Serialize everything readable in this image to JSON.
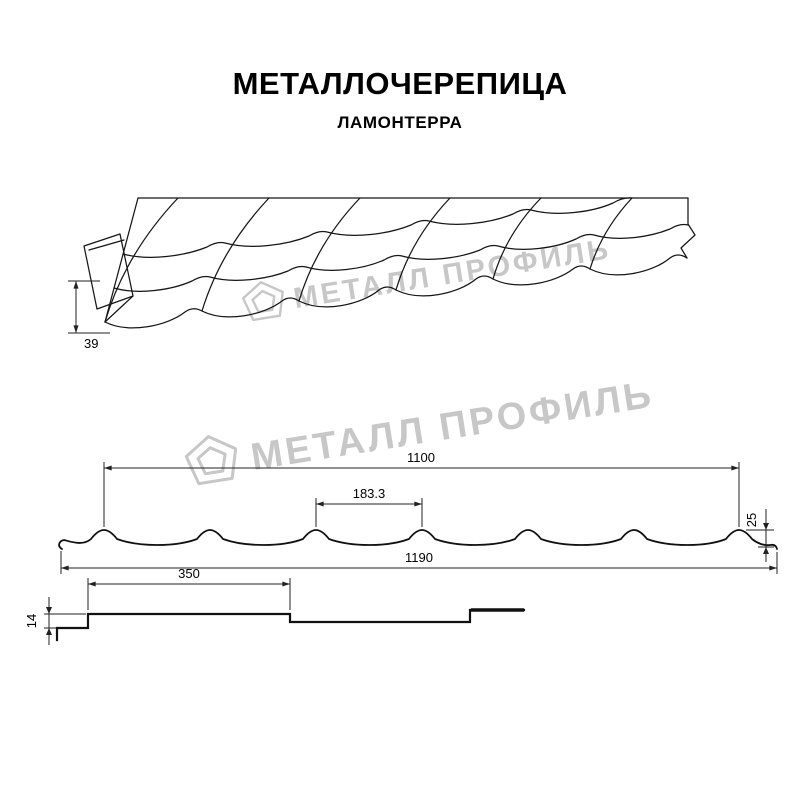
{
  "header": {
    "title": "МЕТАЛЛОЧЕРЕПИЦА",
    "subtitle": "ЛАМОНТЕРРА"
  },
  "watermark": {
    "text": "МЕТАЛЛ ПРОФИЛЬ"
  },
  "perspective_view": {
    "flange_height": "39"
  },
  "cross_section": {
    "cover_width": "1100",
    "wave_pitch": "183.3",
    "profile_height": "25",
    "overall_width": "1190"
  },
  "step_profile": {
    "module_length": "350",
    "step_height": "14"
  }
}
